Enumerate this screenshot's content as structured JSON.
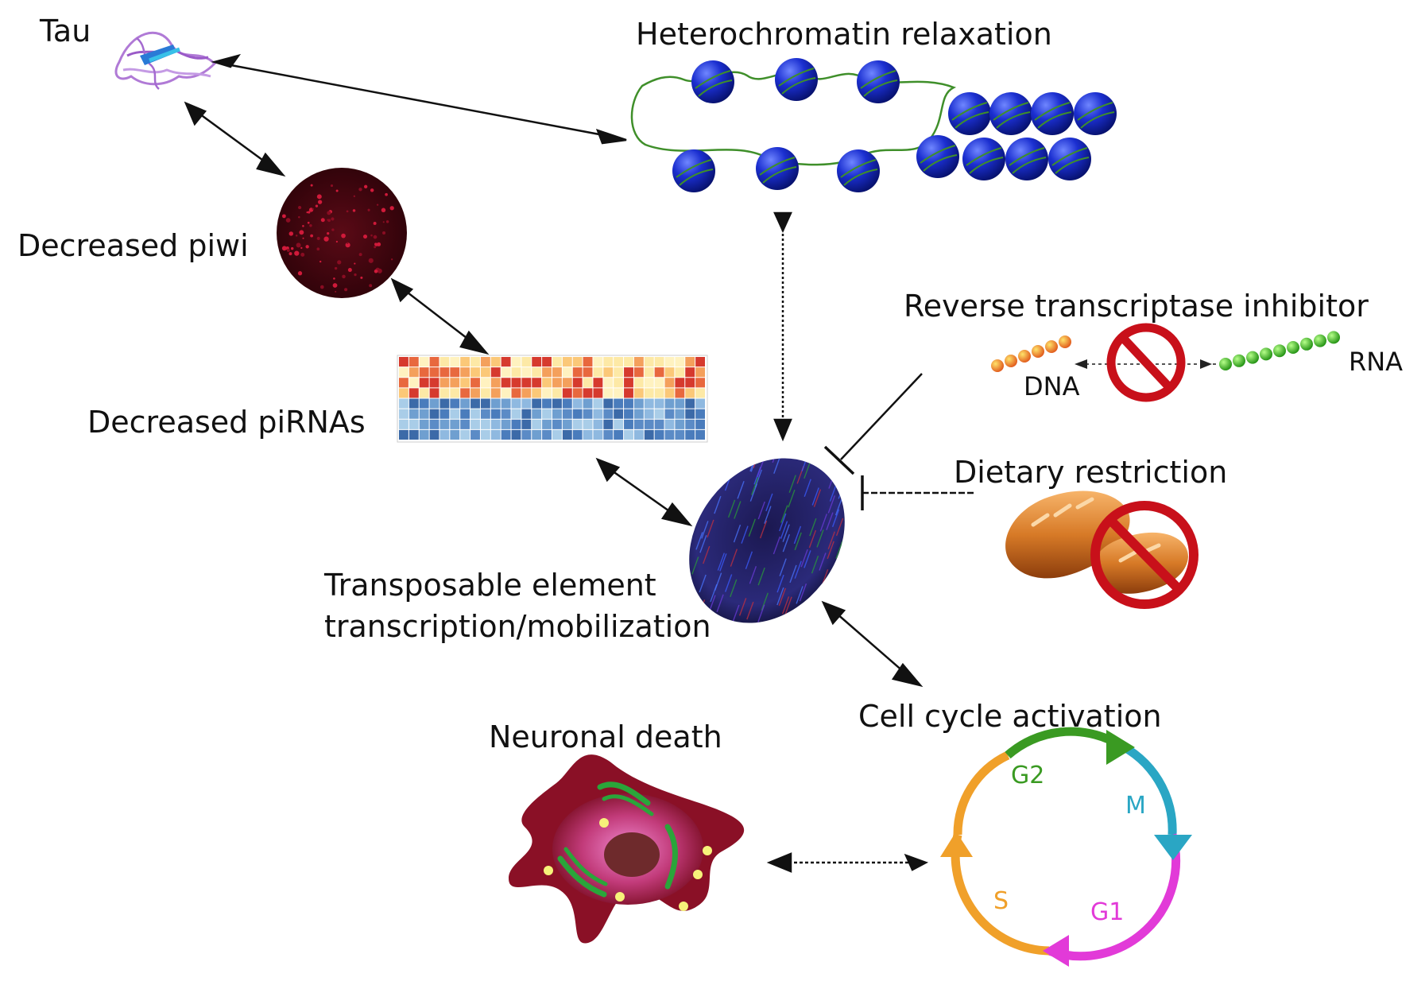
{
  "labels": {
    "tau": "Tau",
    "heterochromatin": "Heterochromatin relaxation",
    "piwi": "Decreased piwi",
    "pirnas": "Decreased piRNAs",
    "rti": "Reverse transcriptase inhibitor",
    "dna": "DNA",
    "rna": "RNA",
    "dietary": "Dietary restriction",
    "te_line1": "Transposable element",
    "te_line2": "transcription/mobilization",
    "cell_cycle": "Cell cycle activation",
    "neuronal_death": "Neuronal death"
  },
  "cell_cycle_phases": {
    "g2": "G2",
    "m": "M",
    "g1": "G1",
    "s": "S"
  },
  "colors": {
    "nucleosome": "#1a2fc8",
    "dna_strand": "#3f8f2a",
    "inhibit_red": "#c8101a",
    "g2": "#3a9a22",
    "m": "#2aa6c4",
    "g1": "#e23ad8",
    "s": "#f0a02a",
    "neuron_body": "#8a1026",
    "neuron_core": "#e86ab0"
  },
  "heatmap": {
    "warm_rows": 4,
    "cool_rows": 4,
    "columns": 30
  }
}
